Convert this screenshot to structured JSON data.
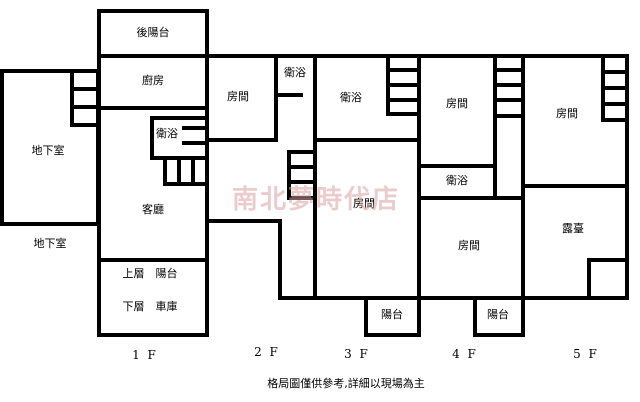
{
  "rooms": {
    "basement_room": "地下室",
    "basement_caption": "地下室",
    "f1_rear_balcony": "後陽台",
    "f1_kitchen": "廚房",
    "f1_bath": "衛浴",
    "f1_living": "客廳",
    "f1_upper_balcony": "上層　陽台",
    "f1_lower_garage": "下層　車庫",
    "f2_room": "房間",
    "f2_bath": "衛浴",
    "f3_bath": "衛浴",
    "f3_room": "房間",
    "f3_balcony": "陽台",
    "f4_room_top": "房間",
    "f4_bath": "衛浴",
    "f4_room_bottom": "房間",
    "f4_balcony": "陽台",
    "f5_room": "房間",
    "f5_terrace": "露臺"
  },
  "floors": {
    "f1": "1 F",
    "f2": "2 F",
    "f3": "3 F",
    "f4": "4 F",
    "f5": "5 F"
  },
  "watermark": "南北夢時代店",
  "footnote": "格局圖僅供參考,詳細以現場為主"
}
